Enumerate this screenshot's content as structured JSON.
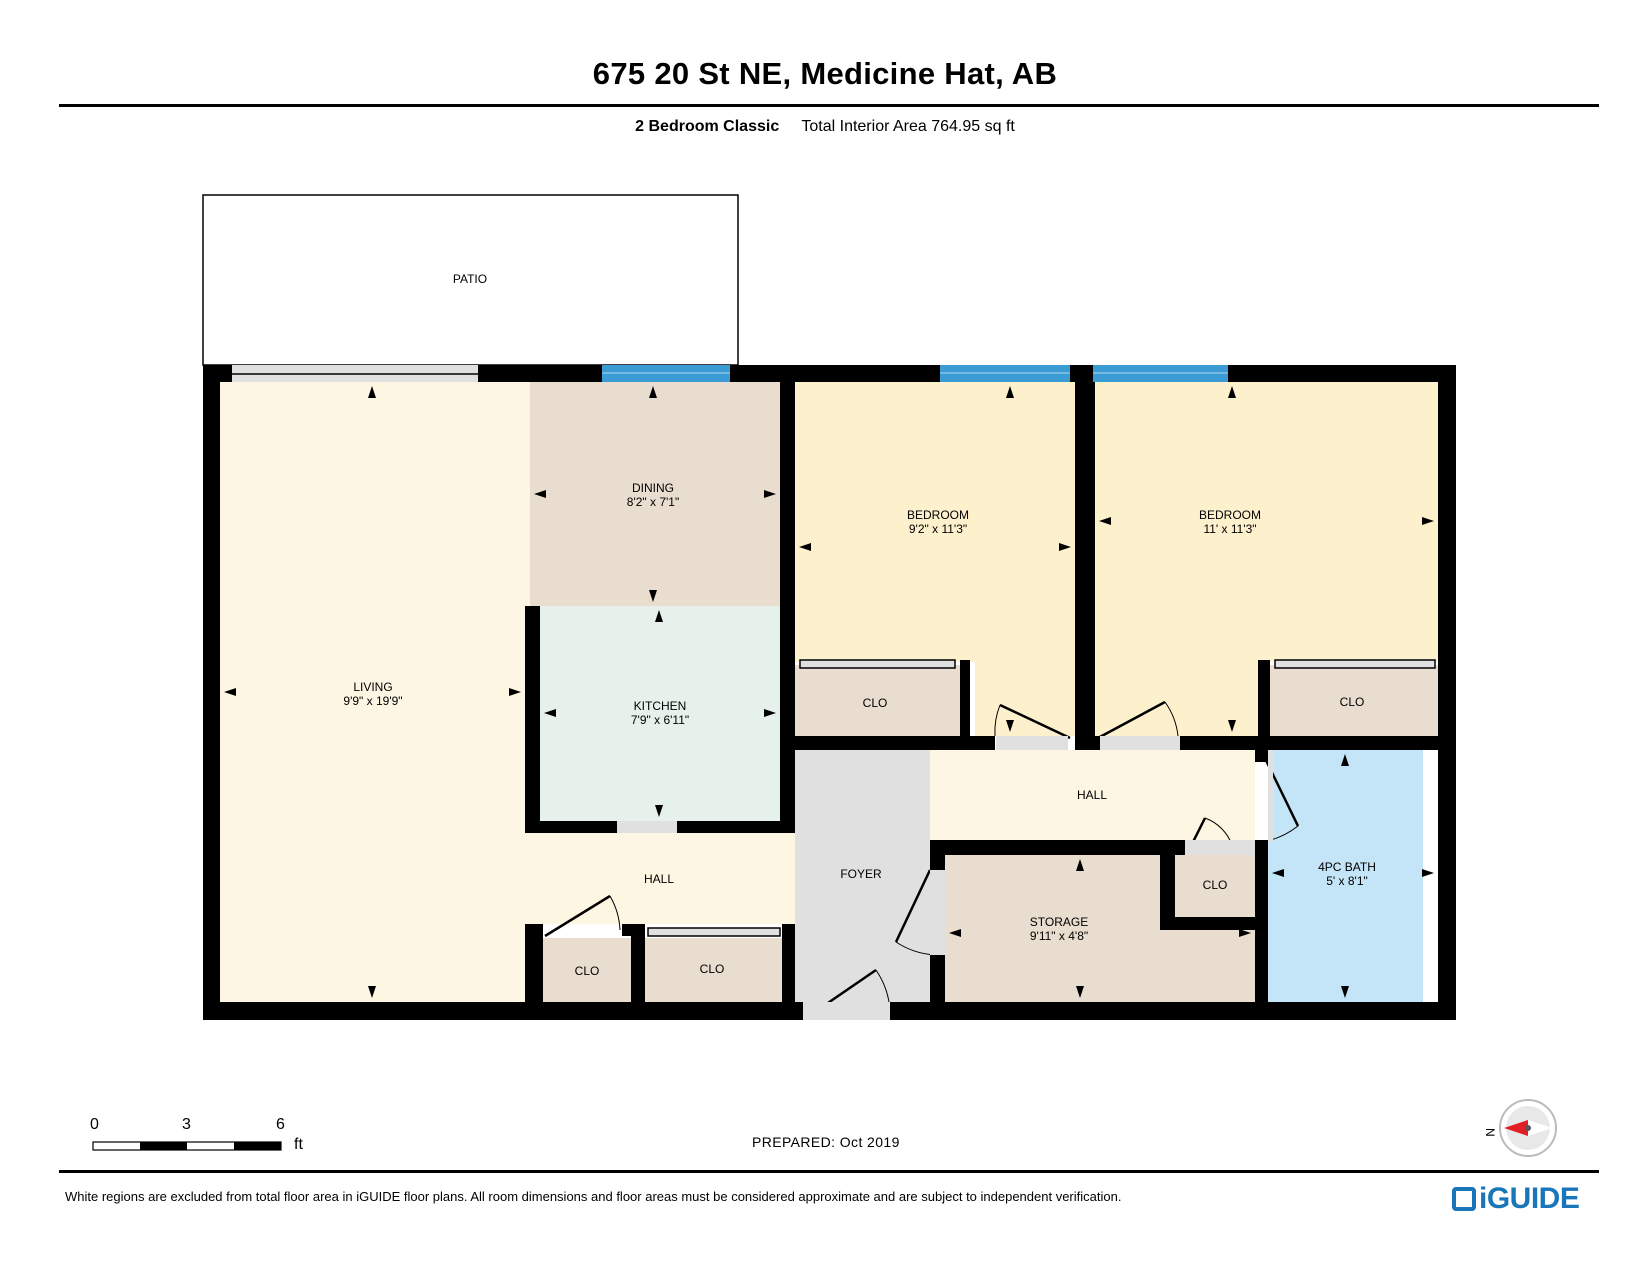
{
  "title": "675 20 St NE, Medicine Hat, AB",
  "subtitle": {
    "plan_name": "2 Bedroom Classic",
    "area": "Total Interior Area 764.95 sq ft"
  },
  "rooms": {
    "patio": {
      "name": "PATIO"
    },
    "dining": {
      "name": "DINING",
      "dims": "8'2\" x 7'1\""
    },
    "living": {
      "name": "LIVING",
      "dims": "9'9\" x 19'9\""
    },
    "kitchen": {
      "name": "KITCHEN",
      "dims": "7'9\" x 6'11\""
    },
    "bedroom1": {
      "name": "BEDROOM",
      "dims": "9'2\" x 11'3\""
    },
    "bedroom2": {
      "name": "BEDROOM",
      "dims": "11' x 11'3\""
    },
    "clo_bed1": {
      "name": "CLO"
    },
    "clo_bed2": {
      "name": "CLO"
    },
    "hall_upper": {
      "name": "HALL"
    },
    "hall_lower": {
      "name": "HALL"
    },
    "foyer": {
      "name": "FOYER"
    },
    "storage": {
      "name": "STORAGE",
      "dims": "9'11\" x 4'8\""
    },
    "clo_storage": {
      "name": "CLO"
    },
    "bath": {
      "name": "4PC BATH",
      "dims": "5' x 8'1\""
    },
    "clo_hall_a": {
      "name": "CLO"
    },
    "clo_hall_b": {
      "name": "CLO"
    }
  },
  "room_colors": {
    "living": "#fdf6e3",
    "dining": "#e8ddce",
    "kitchen": "#e6f1eb",
    "bedroom": "#fdf0cd",
    "closet": "#e8ddce",
    "hall": "#fdf6e3",
    "foyer": "#e0e0e0",
    "bath": "#c4e4f8",
    "window": "#3a9bd5",
    "wall": "#000000"
  },
  "scale": {
    "ticks": [
      "0",
      "3",
      "6"
    ],
    "unit": "ft"
  },
  "prepared": "PREPARED: Oct 2019",
  "compass": {
    "label": "N",
    "icon": "compass-icon"
  },
  "disclaimer": "White regions are excluded from total floor area in iGUIDE floor plans. All room dimensions and floor areas must be considered approximate and are subject to independent verification.",
  "logo": {
    "text": "iGUIDE",
    "icon": "iguide-logo-icon"
  }
}
